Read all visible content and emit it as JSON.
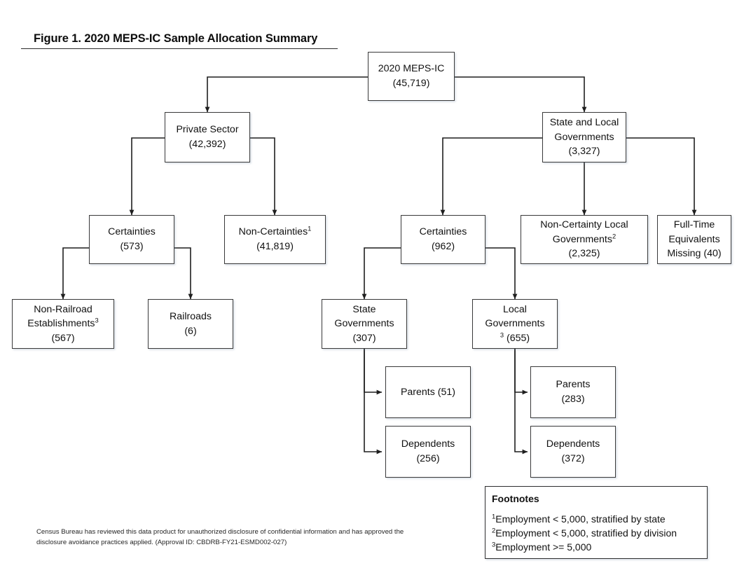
{
  "figure": {
    "title": "Figure 1. 2020 MEPS-IC Sample Allocation Summary"
  },
  "nodes": {
    "root": {
      "line1": "2020 MEPS-IC",
      "line2": "(45,719)"
    },
    "private_sector": {
      "line1": "Private Sector",
      "line2": "(42,392)"
    },
    "state_local": {
      "line1": "State and Local",
      "line2": "Governments",
      "line3": "(3,327)"
    },
    "ps_certainties": {
      "line1": "Certainties",
      "line2": "(573)"
    },
    "ps_noncert": {
      "line1": "Non-Certainties",
      "sup1": "1",
      "line2": "(41,819)"
    },
    "sl_certainties": {
      "line1": "Certainties",
      "line2": "(962)"
    },
    "sl_noncert": {
      "line1": "Non-Certainty Local",
      "line2": "Governments",
      "sup2": "2",
      "line3": "(2,325)"
    },
    "fte_missing": {
      "line1": "Full-Time",
      "line2": "Equivalents",
      "line3": "Missing (40)"
    },
    "non_railroad": {
      "line1": "Non-Railroad",
      "line2": "Establishments",
      "sup2": "3",
      "line3": "(567)"
    },
    "railroads": {
      "line1": "Railroads",
      "line2": "(6)"
    },
    "state_govs": {
      "line1": "State",
      "line2": "Governments",
      "line3": "(307)"
    },
    "local_govs": {
      "line1": "Local",
      "line2": "Governments",
      "sup3pre": "3",
      "line3": "(655)"
    },
    "state_parents": {
      "line1": "Parents (51)"
    },
    "state_depend": {
      "line1": "Dependents",
      "line2": "(256)"
    },
    "local_parents": {
      "line1": "Parents",
      "line2": "(283)"
    },
    "local_depend": {
      "line1": "Dependents",
      "line2": "(372)"
    }
  },
  "footnotes": {
    "title": "Footnotes",
    "items": [
      {
        "marker": "1",
        "text": "Employment < 5,000, stratified by state"
      },
      {
        "marker": "2",
        "text": "Employment < 5,000, stratified by division"
      },
      {
        "marker": "3",
        "text": "Employment >= 5,000"
      }
    ]
  },
  "disclaimer": {
    "line1": "Census Bureau has reviewed this data product for unauthorized disclosure of confidential information and has approved the",
    "line2": "disclosure avoidance practices applied.  (Approval ID:  CBDRB-FY21-ESMD002-027)"
  },
  "colors": {
    "box_border": "#3a3a3a",
    "connector": "#1f1f1f",
    "text": "#111111",
    "background": "#ffffff"
  },
  "chart_data": {
    "type": "diagram",
    "title": "Figure 1. 2020 MEPS-IC Sample Allocation Summary",
    "nodes": [
      {
        "id": "root",
        "label": "2020 MEPS-IC",
        "value": 45719
      },
      {
        "id": "private_sector",
        "label": "Private Sector",
        "value": 42392
      },
      {
        "id": "state_local",
        "label": "State and Local Governments",
        "value": 3327
      },
      {
        "id": "ps_certainties",
        "label": "Certainties",
        "value": 573
      },
      {
        "id": "ps_noncert",
        "label": "Non-Certainties (1)",
        "value": 41819
      },
      {
        "id": "sl_certainties",
        "label": "Certainties",
        "value": 962
      },
      {
        "id": "sl_noncert",
        "label": "Non-Certainty Local Governments (2)",
        "value": 2325
      },
      {
        "id": "fte_missing",
        "label": "Full-Time Equivalents Missing",
        "value": 40
      },
      {
        "id": "non_railroad",
        "label": "Non-Railroad Establishments (3)",
        "value": 567
      },
      {
        "id": "railroads",
        "label": "Railroads",
        "value": 6
      },
      {
        "id": "state_govs",
        "label": "State Governments",
        "value": 307
      },
      {
        "id": "local_govs",
        "label": "Local Governments (3)",
        "value": 655
      },
      {
        "id": "state_parents",
        "label": "Parents",
        "value": 51
      },
      {
        "id": "state_depend",
        "label": "Dependents",
        "value": 256
      },
      {
        "id": "local_parents",
        "label": "Parents",
        "value": 283
      },
      {
        "id": "local_depend",
        "label": "Dependents",
        "value": 372
      }
    ],
    "edges": [
      {
        "from": "root",
        "to": "private_sector"
      },
      {
        "from": "root",
        "to": "state_local"
      },
      {
        "from": "private_sector",
        "to": "ps_certainties"
      },
      {
        "from": "private_sector",
        "to": "ps_noncert"
      },
      {
        "from": "state_local",
        "to": "sl_certainties"
      },
      {
        "from": "state_local",
        "to": "sl_noncert"
      },
      {
        "from": "state_local",
        "to": "fte_missing"
      },
      {
        "from": "ps_certainties",
        "to": "non_railroad"
      },
      {
        "from": "ps_certainties",
        "to": "railroads"
      },
      {
        "from": "sl_certainties",
        "to": "state_govs"
      },
      {
        "from": "sl_certainties",
        "to": "local_govs"
      },
      {
        "from": "state_govs",
        "to": "state_parents"
      },
      {
        "from": "state_govs",
        "to": "state_depend"
      },
      {
        "from": "local_govs",
        "to": "local_parents"
      },
      {
        "from": "local_govs",
        "to": "local_depend"
      }
    ]
  }
}
